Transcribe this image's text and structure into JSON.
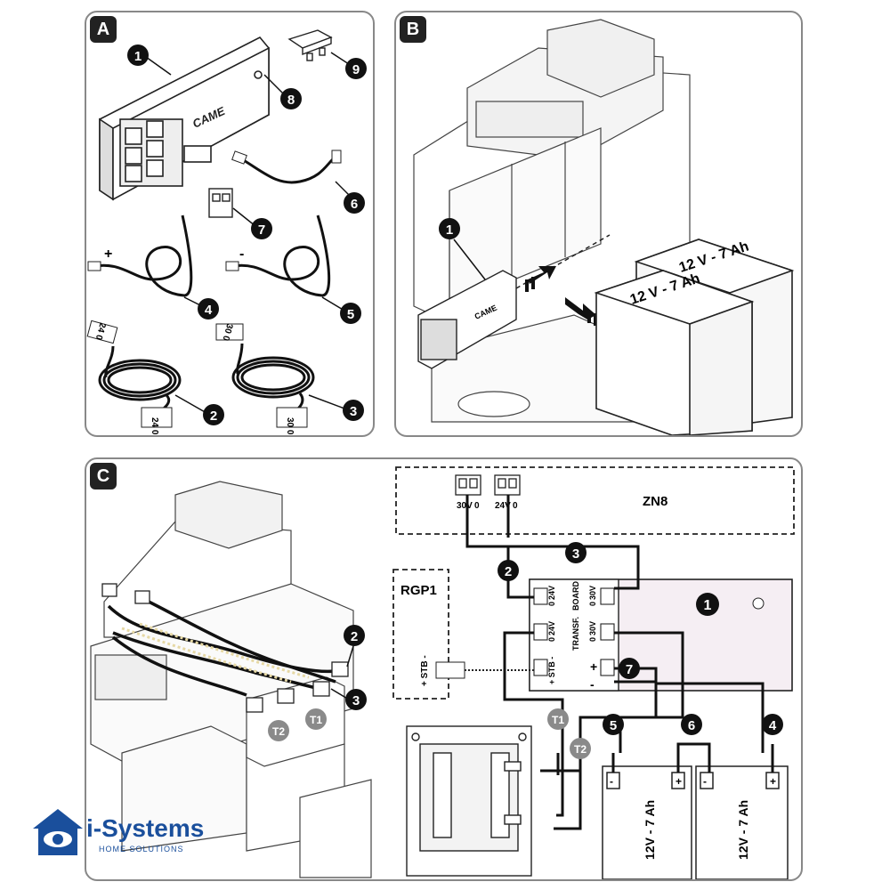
{
  "panels": {
    "a": {
      "label": "A"
    },
    "b": {
      "label": "B"
    },
    "c": {
      "label": "C"
    }
  },
  "panel_a": {
    "callouts": [
      "1",
      "2",
      "3",
      "4",
      "5",
      "6",
      "7",
      "8",
      "9"
    ],
    "came_logo": "CAME",
    "plus": "+",
    "minus": "-",
    "cable2_label": "24 0",
    "cable3_label": "30 0"
  },
  "panel_b": {
    "callout": "1",
    "battery_label": "12 V - 7 Ah",
    "came_logo": "CAME"
  },
  "panel_c": {
    "left_callouts": {
      "two": "2",
      "three": "3",
      "t1": "T1",
      "t2": "T2"
    },
    "zn8": {
      "title": "ZN8",
      "term_30": "30V",
      "term_30_0": "0",
      "term_24": "24V",
      "term_24_0": "0"
    },
    "rgp1": {
      "title": "RGP1",
      "stb": "+ STB -"
    },
    "module": {
      "board_label": "BOARD",
      "transf_label": "TRANSF.",
      "stb_label": "+ STB -",
      "board_0": "0",
      "board_24": "24V",
      "board_30_0": "0",
      "board_30": "30V",
      "transf_0": "0",
      "transf_24": "24V",
      "transf_30_0": "0",
      "transf_30": "30V",
      "batt_plus": "+",
      "batt_minus": "-"
    },
    "callouts": {
      "one": "1",
      "two": "2",
      "three": "3",
      "four": "4",
      "five": "5",
      "six": "6",
      "seven": "7",
      "t1": "T1",
      "t2": "T2"
    },
    "battery": {
      "label": "12V - 7 Ah",
      "minus": "-",
      "plus": "+"
    }
  },
  "watermark": {
    "brand": "i-Systems",
    "tagline": "HOME SOLUTIONS"
  },
  "colors": {
    "ink": "#1a1a1a",
    "frame": "#888888",
    "module_fill": "#f5eef3",
    "badge_gray": "#8a8a8a",
    "brand_blue": "#1a4f9c"
  }
}
